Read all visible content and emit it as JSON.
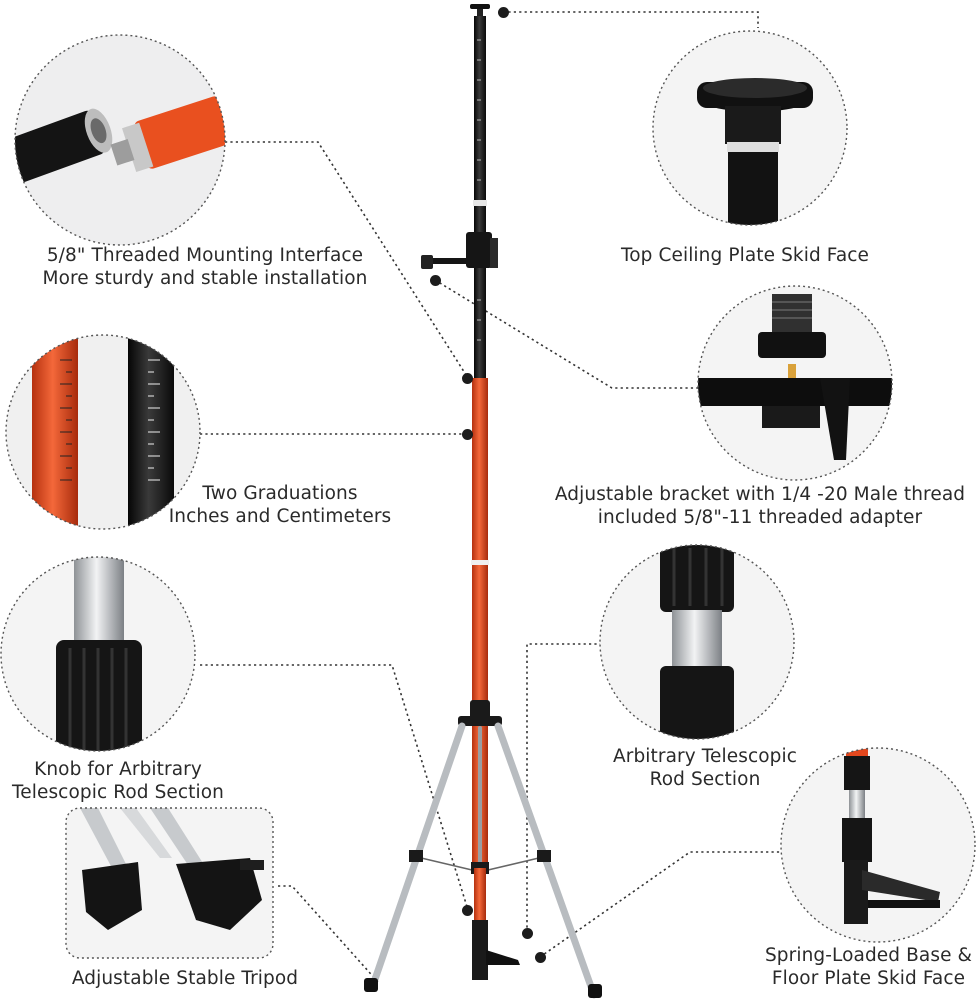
{
  "callouts": {
    "threaded_interface": {
      "line1": "5/8\" Threaded Mounting Interface",
      "line2": "More sturdy and stable installation"
    },
    "top_plate": {
      "line1": "Top Ceiling Plate Skid Face"
    },
    "graduations": {
      "line1": "Two Graduations",
      "line2": "Inches and Centimeters"
    },
    "bracket": {
      "line1": "Adjustable bracket with 1/4 -20 Male thread",
      "line2": "included 5/8\"-11 threaded adapter"
    },
    "knob": {
      "line1": "Knob for Arbitrary",
      "line2": "Telescopic Rod Section"
    },
    "telescopic_section": {
      "line1": "Arbitrary Telescopic",
      "line2": "Rod Section"
    },
    "tripod": {
      "line1": "Adjustable Stable Tripod"
    },
    "base": {
      "line1": "Spring-Loaded Base &",
      "line2": "Floor Plate Skid Face"
    }
  },
  "colors": {
    "rod_black": "#1a1a1a",
    "rod_orange": "#e2481e",
    "silver": "#c9ccd0",
    "leader": "#333333"
  }
}
